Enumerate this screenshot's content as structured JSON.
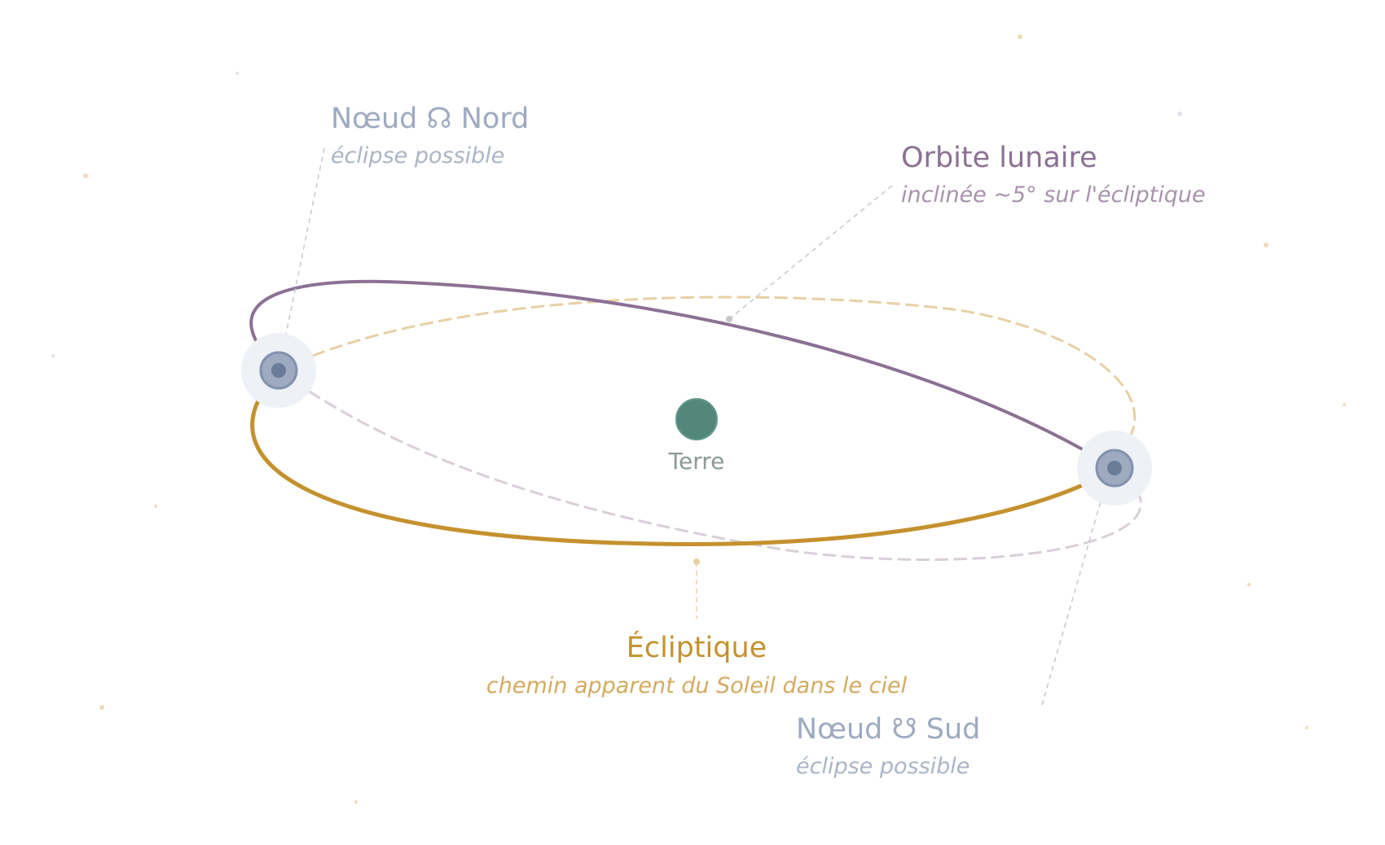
{
  "colors": {
    "ecliptic": "#c4912e",
    "ecliptic_light": "#e8d0a4",
    "lunar": "#8c7094",
    "lunar_light": "#d8cfd8",
    "node": "#9daac0",
    "node_core": "#6a7c98",
    "earth": "#52877a",
    "earth_label": "#8a9a94",
    "leader": "#c8c8cc"
  },
  "icons": {
    "north_node": "ascending-node-icon",
    "south_node": "descending-node-icon",
    "earth": "earth-icon"
  },
  "labels": {
    "north_node": {
      "title": "Nœud ☊ Nord",
      "subtitle": "éclipse possible"
    },
    "lunar_orbit": {
      "title": "Orbite lunaire",
      "subtitle": "inclinée ~5° sur l'écliptique"
    },
    "earth": {
      "title": "Terre"
    },
    "ecliptic": {
      "title": "Écliptique",
      "subtitle": "chemin apparent du Soleil dans le ciel"
    },
    "south_node": {
      "title": "Nœud ☋ Sud",
      "subtitle": "éclipse possible"
    }
  }
}
